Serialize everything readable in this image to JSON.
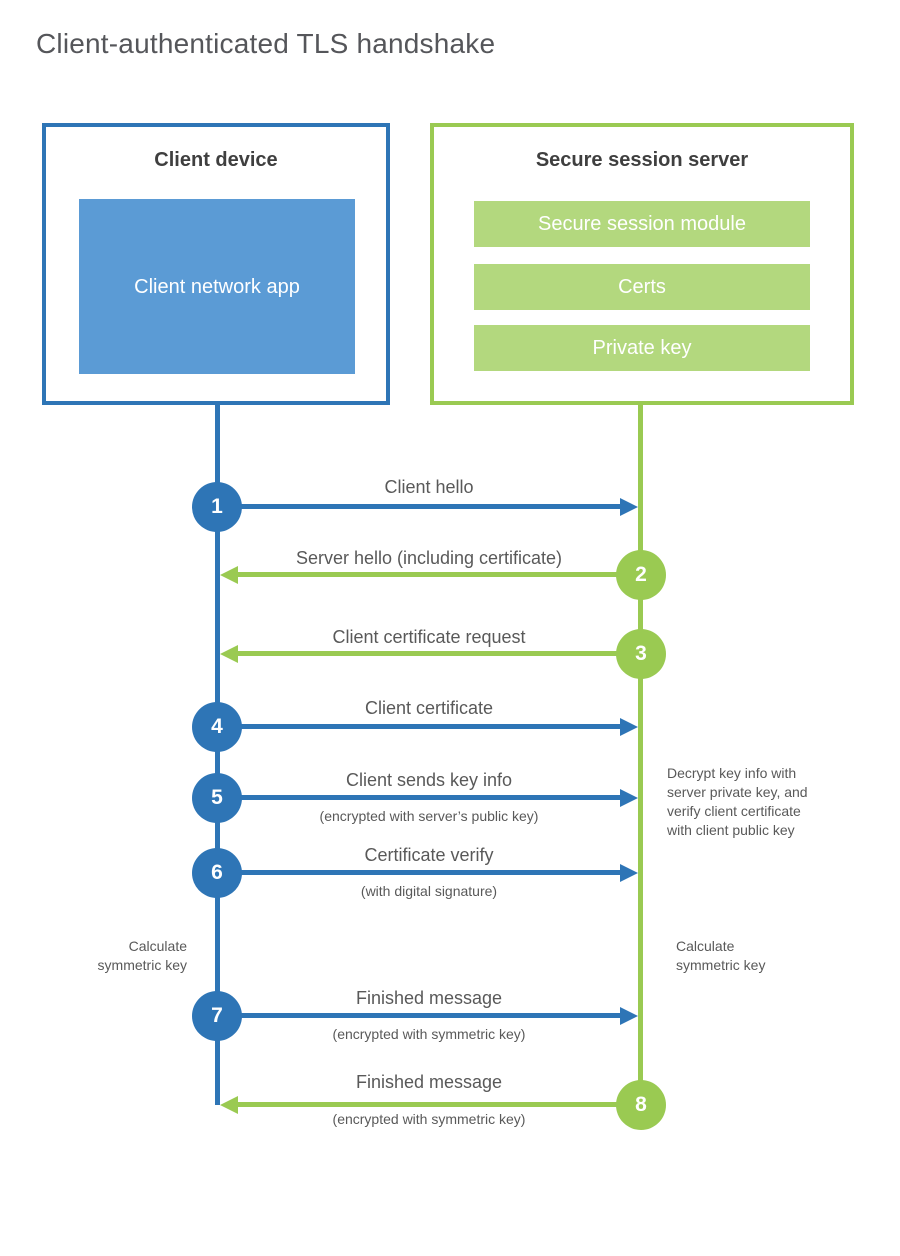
{
  "title": "Client-authenticated TLS handshake",
  "client": {
    "title": "Client device",
    "app_label": "Client network app"
  },
  "server": {
    "title": "Secure session server",
    "modules": [
      "Secure session module",
      "Certs",
      "Private key"
    ]
  },
  "steps": [
    {
      "num": "1",
      "label": "Client hello",
      "sublabel": "",
      "direction": "client-to-server"
    },
    {
      "num": "2",
      "label": "Server hello (including certificate)",
      "sublabel": "",
      "direction": "server-to-client"
    },
    {
      "num": "3",
      "label": "Client certificate request",
      "sublabel": "",
      "direction": "server-to-client"
    },
    {
      "num": "4",
      "label": "Client certificate",
      "sublabel": "",
      "direction": "client-to-server"
    },
    {
      "num": "5",
      "label": "Client sends key info",
      "sublabel": "(encrypted with server’s public key)",
      "direction": "client-to-server"
    },
    {
      "num": "6",
      "label": "Certificate verify",
      "sublabel": "(with digital signature)",
      "direction": "client-to-server"
    },
    {
      "num": "7",
      "label": "Finished message",
      "sublabel": "(encrypted with symmetric key)",
      "direction": "client-to-server"
    },
    {
      "num": "8",
      "label": "Finished message",
      "sublabel": "(encrypted with symmetric key)",
      "direction": "server-to-client"
    }
  ],
  "annotations": {
    "decrypt_note": [
      "Decrypt key info with",
      "server private key, and",
      "verify client certificate",
      "with client public key"
    ],
    "calc_left": [
      "Calculate",
      "symmetric key"
    ],
    "calc_right": [
      "Calculate",
      "symmetric key"
    ]
  },
  "colors": {
    "blue": "#2e75b6",
    "blue_fill": "#5b9bd5",
    "green": "#9aca52",
    "green_fill": "#b3d87e",
    "text": "#595959",
    "heading": "#3f3f3f",
    "title": "#55565a"
  }
}
